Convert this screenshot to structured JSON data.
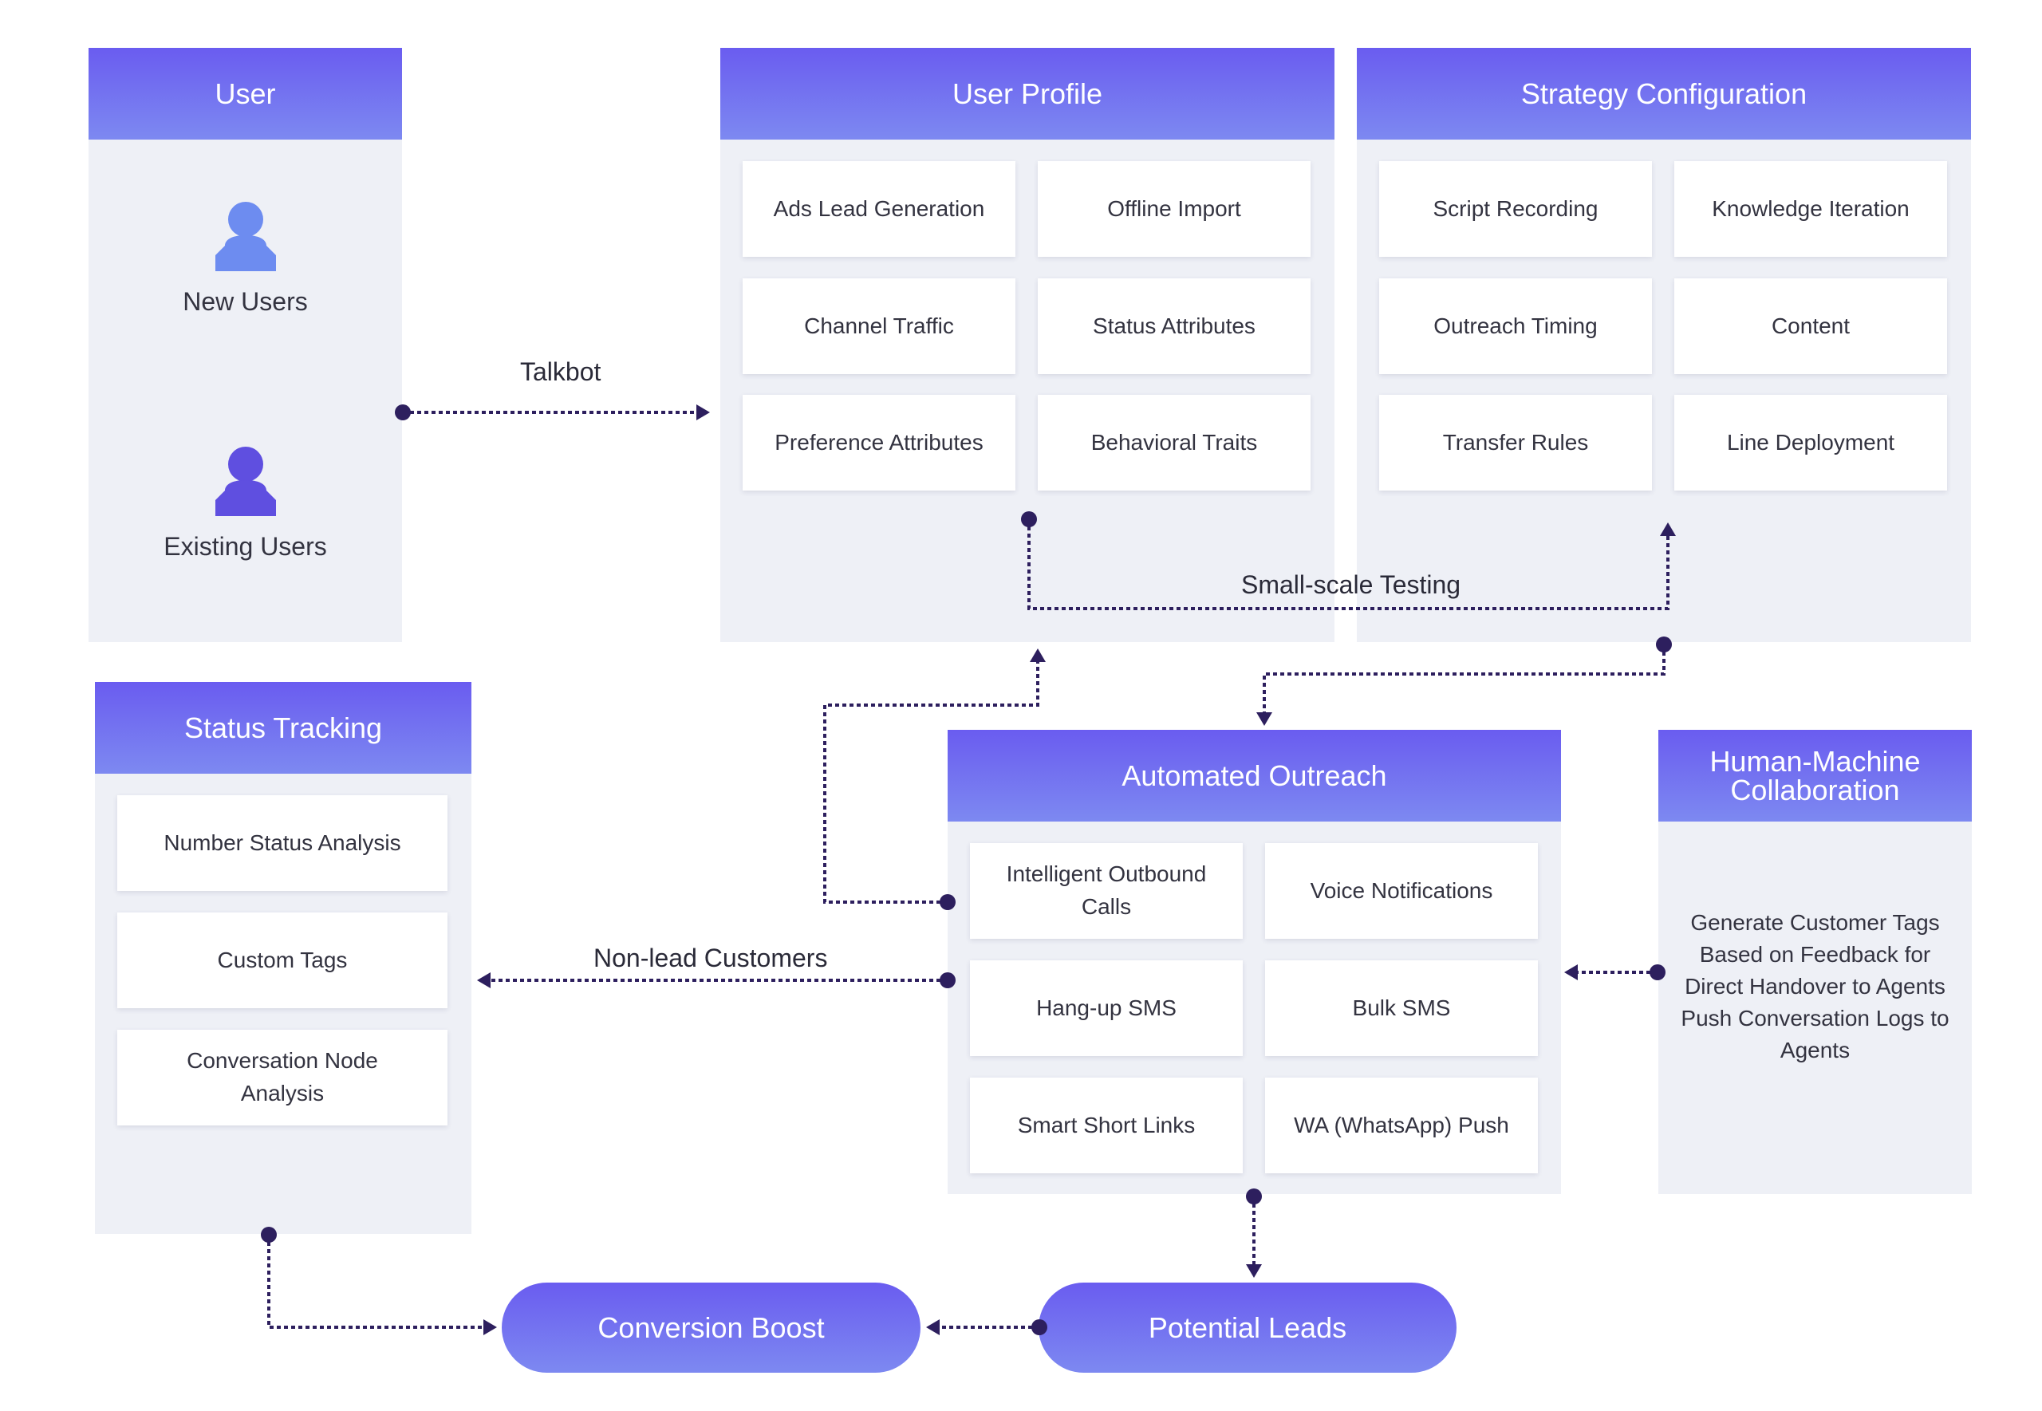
{
  "user": {
    "title": "User",
    "new_users": "New Users",
    "existing_users": "Existing Users"
  },
  "user_profile": {
    "title": "User Profile",
    "items": [
      "Ads Lead Generation",
      "Offline Import",
      "Channel Traffic",
      "Status Attributes",
      "Preference Attributes",
      "Behavioral Traits"
    ]
  },
  "strategy": {
    "title": "Strategy Configuration",
    "items": [
      "Script Recording",
      "Knowledge Iteration",
      "Outreach Timing",
      "Content",
      "Transfer Rules",
      "Line Deployment"
    ]
  },
  "status_tracking": {
    "title": "Status Tracking",
    "items": [
      "Number Status Analysis",
      "Custom Tags",
      "Conversation Node Analysis"
    ]
  },
  "outreach": {
    "title": "Automated Outreach",
    "items": [
      "Intelligent Outbound Calls",
      "Voice Notifications",
      "Hang-up SMS",
      "Bulk SMS",
      "Smart Short Links",
      "WA (WhatsApp) Push"
    ]
  },
  "hm": {
    "title": "Human-Machine Collaboration",
    "text": "Generate Customer Tags Based on Feedback for Direct Handover to Agents Push Conversation Logs to Agents"
  },
  "flows": {
    "talkbot": "Talkbot",
    "small_scale_testing": "Small-scale Testing",
    "non_lead_customers": "Non-lead Customers"
  },
  "results": {
    "conversion_boost": "Conversion Boost",
    "potential_leads": "Potential Leads"
  },
  "colors": {
    "header_top": "#6a5cf0",
    "header_bottom": "#7d89f1",
    "panel_bg": "#eef0f6",
    "connector": "#2d1f5e",
    "user_icon_new": "#6d8cf0",
    "user_icon_existing": "#5f4fe0"
  }
}
